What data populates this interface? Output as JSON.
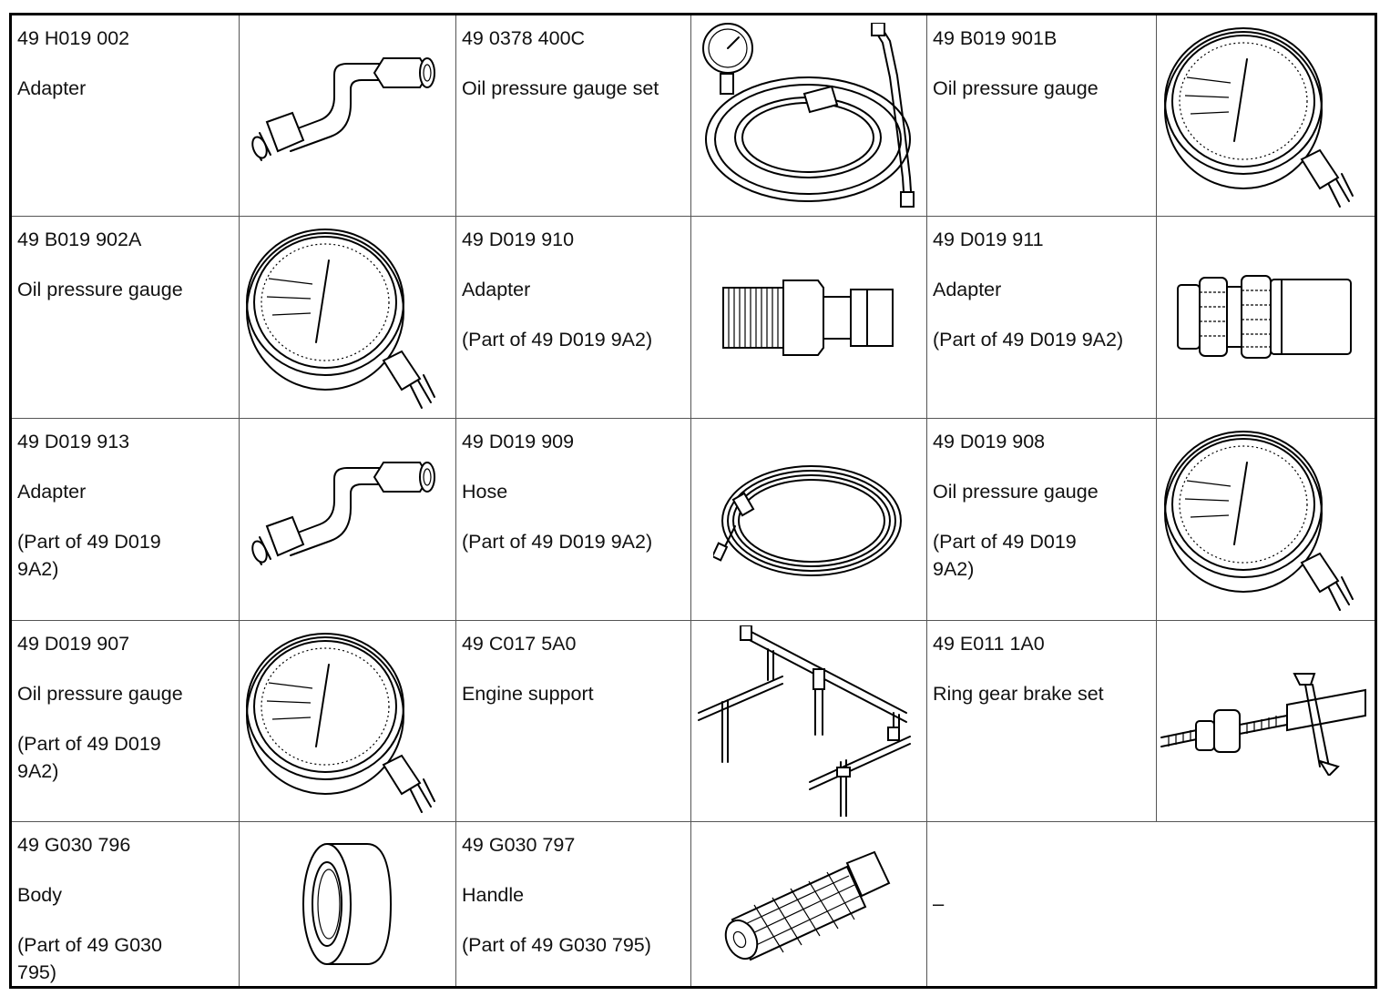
{
  "rows": [
    [
      {
        "part": "49 H019 002",
        "name": "Adapter",
        "note": "",
        "icon": "elbow-adapter-icon"
      },
      {
        "part": "49 0378 400C",
        "name": "Oil pressure gauge set",
        "note": "",
        "icon": "gauge-set-hose-icon"
      },
      {
        "part": "49 B019 901B",
        "name": "Oil pressure gauge",
        "note": "",
        "icon": "oil-pressure-gauge-icon"
      }
    ],
    [
      {
        "part": "49 B019 902A",
        "name": "Oil pressure gauge",
        "note": "",
        "icon": "oil-pressure-gauge-icon"
      },
      {
        "part": "49 D019 910",
        "name": "Adapter",
        "note": "(Part of 49 D019 9A2)",
        "icon": "quick-coupler-plug-icon"
      },
      {
        "part": "49 D019 911",
        "name": "Adapter",
        "note": "(Part of 49 D019 9A2)",
        "icon": "quick-coupler-socket-icon"
      }
    ],
    [
      {
        "part": "49 D019 913",
        "name": "Adapter",
        "note": "(Part of 49 D019 9A2)",
        "icon": "elbow-adapter-icon"
      },
      {
        "part": "49 D019 909",
        "name": "Hose",
        "note": "(Part of 49 D019 9A2)",
        "icon": "coiled-hose-icon"
      },
      {
        "part": "49 D019 908",
        "name": "Oil pressure gauge",
        "note": "(Part of 49 D019 9A2)",
        "icon": "oil-pressure-gauge-icon"
      }
    ],
    [
      {
        "part": "49 D019 907",
        "name": "Oil pressure gauge",
        "note": "(Part of 49 D019 9A2)",
        "icon": "oil-pressure-gauge-icon"
      },
      {
        "part": "49 C017 5A0",
        "name": "Engine support",
        "note": "",
        "icon": "engine-support-icon"
      },
      {
        "part": "49 E011 1A0",
        "name": "Ring gear brake set",
        "note": "",
        "icon": "ring-gear-brake-icon"
      }
    ],
    [
      {
        "part": "49 G030 796",
        "name": "Body",
        "note": "(Part of 49 G030 795)",
        "icon": "ring-body-icon"
      },
      {
        "part": "49 G030 797",
        "name": "Handle",
        "note": "(Part of 49 G030 795)",
        "icon": "knurled-handle-icon"
      },
      {
        "empty": "–"
      }
    ]
  ]
}
